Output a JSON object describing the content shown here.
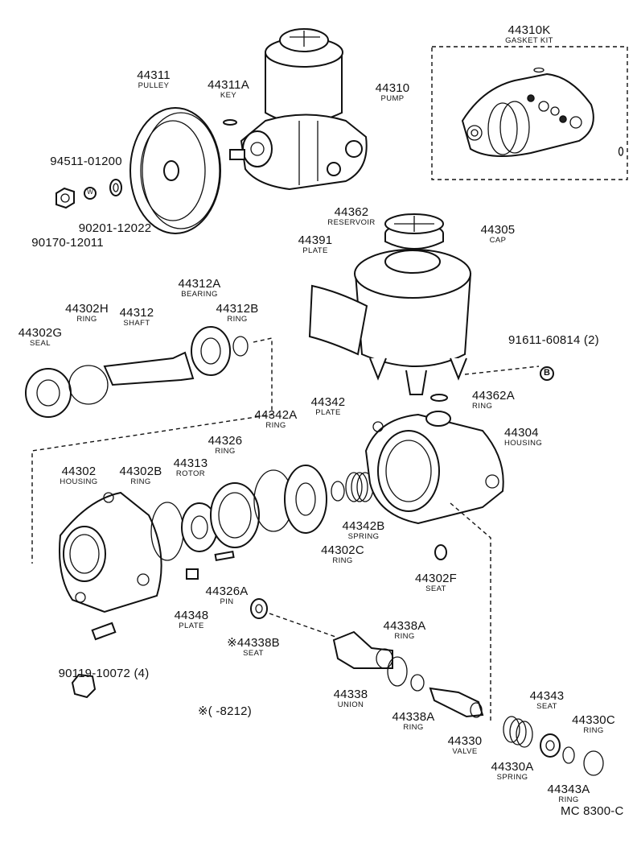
{
  "labels": {
    "gasket_kit": {
      "num": "44310K",
      "name": "GASKET KIT"
    },
    "pulley": {
      "num": "44311",
      "name": "PULLEY"
    },
    "key": {
      "num": "44311A",
      "name": "KEY"
    },
    "pump": {
      "num": "44310",
      "name": "PUMP"
    },
    "washer_w": {
      "num": "94511-01200"
    },
    "washer": {
      "num": "90201-12022"
    },
    "nut": {
      "num": "90170-12011"
    },
    "w_mark": "W",
    "reservoir": {
      "num": "44362",
      "name": "RESERVOIR"
    },
    "plate_44391": {
      "num": "44391",
      "name": "PLATE"
    },
    "cap": {
      "num": "44305",
      "name": "CAP"
    },
    "bearing": {
      "num": "44312A",
      "name": "BEARING"
    },
    "ring_44302h": {
      "num": "44302H",
      "name": "RING"
    },
    "shaft": {
      "num": "44312",
      "name": "SHAFT"
    },
    "ring_44312b": {
      "num": "44312B",
      "name": "RING"
    },
    "seal_44302g": {
      "num": "44302G",
      "name": "SEAL"
    },
    "bolt_91611": {
      "num": "91611-60814 (2)"
    },
    "b_mark": "B",
    "ring_44362a": {
      "num": "44362A",
      "name": "RING"
    },
    "plate_44342": {
      "num": "44342",
      "name": "PLATE"
    },
    "ring_44342a": {
      "num": "44342A",
      "name": "RING"
    },
    "ring_44326": {
      "num": "44326",
      "name": "RING"
    },
    "housing_44304": {
      "num": "44304",
      "name": "HOUSING"
    },
    "housing_44302": {
      "num": "44302",
      "name": "HOUSING"
    },
    "ring_44302b": {
      "num": "44302B",
      "name": "RING"
    },
    "rotor": {
      "num": "44313",
      "name": "ROTOR"
    },
    "spring_44342b": {
      "num": "44342B",
      "name": "SPRING"
    },
    "ring_44302c": {
      "num": "44302C",
      "name": "RING"
    },
    "seat_44302f": {
      "num": "44302F",
      "name": "SEAT"
    },
    "pin": {
      "num": "44326A",
      "name": "PIN"
    },
    "plate_44348": {
      "num": "44348",
      "name": "PLATE"
    },
    "seat_44338b": {
      "num": "※44338B",
      "name": "SEAT"
    },
    "bolt_90119": {
      "num": "90119-10072 (4)"
    },
    "ring_44338a_top": {
      "num": "44338A",
      "name": "RING"
    },
    "union": {
      "num": "44338",
      "name": "UNION"
    },
    "ring_44338a_bottom": {
      "num": "44338A",
      "name": "RING"
    },
    "valve": {
      "num": "44330",
      "name": "VALVE"
    },
    "seat_44343": {
      "num": "44343",
      "name": "SEAT"
    },
    "ring_44330c": {
      "num": "44330C",
      "name": "RING"
    },
    "spring_44330a": {
      "num": "44330A",
      "name": "SPRING"
    },
    "ring_44343a": {
      "num": "44343A",
      "name": "RING"
    },
    "footnote": "※(     -8212)",
    "diagram_code": "MC 8300-C"
  }
}
